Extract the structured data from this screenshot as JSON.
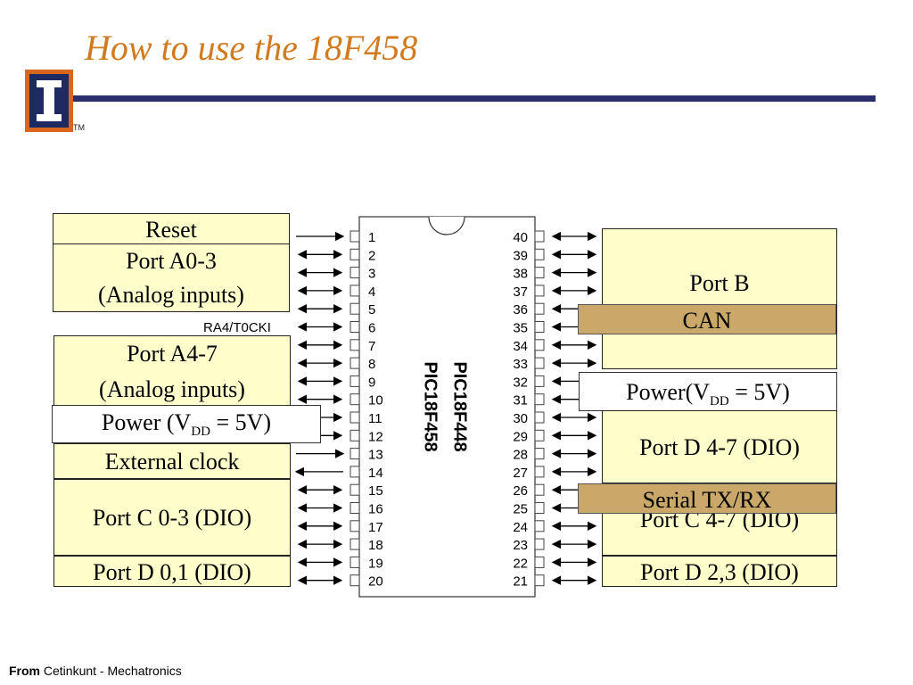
{
  "title": "How to use the 18F458",
  "logo": {
    "tm": "TM"
  },
  "chip": {
    "labels": [
      "PIC18F448",
      "PIC18F458"
    ],
    "ra4_label": "RA4/T0CKI",
    "left_pins": [
      "1",
      "2",
      "3",
      "4",
      "5",
      "6",
      "7",
      "8",
      "9",
      "10",
      "11",
      "12",
      "13",
      "14",
      "15",
      "16",
      "17",
      "18",
      "19",
      "20"
    ],
    "right_pins": [
      "40",
      "39",
      "38",
      "37",
      "36",
      "35",
      "34",
      "33",
      "32",
      "31",
      "30",
      "29",
      "28",
      "27",
      "26",
      "25",
      "24",
      "23",
      "22",
      "21"
    ]
  },
  "left_boxes": {
    "reset": "Reset",
    "port_a03": [
      "Port A0-3",
      "(Analog inputs)"
    ],
    "port_a47": [
      "Port A4-7",
      "(Analog inputs)"
    ],
    "power_prefix": "Power (V",
    "power_sub": "DD",
    "power_suffix": " = 5V)",
    "ext_clock": "External clock",
    "port_c03": "Port C 0-3 (DIO)",
    "port_d01": "Port D 0,1 (DIO)"
  },
  "right_boxes": {
    "port_b": "Port B",
    "can": "CAN",
    "power_prefix": "Power(V",
    "power_sub": "DD",
    "power_suffix": " = 5V)",
    "port_d47": "Port D 4-7 (DIO)",
    "serial": "Serial TX/RX",
    "port_c47": "Port C 4-7 (DIO)",
    "port_d23": "Port D 2,3 (DIO)"
  },
  "footer": {
    "from": "From",
    "source": " Cetinkunt - Mechatronics"
  },
  "colors": {
    "title": "#d27a1e",
    "rule": "#2b2f6e",
    "box": "#ffffcc",
    "tan": "#c9a86a"
  }
}
